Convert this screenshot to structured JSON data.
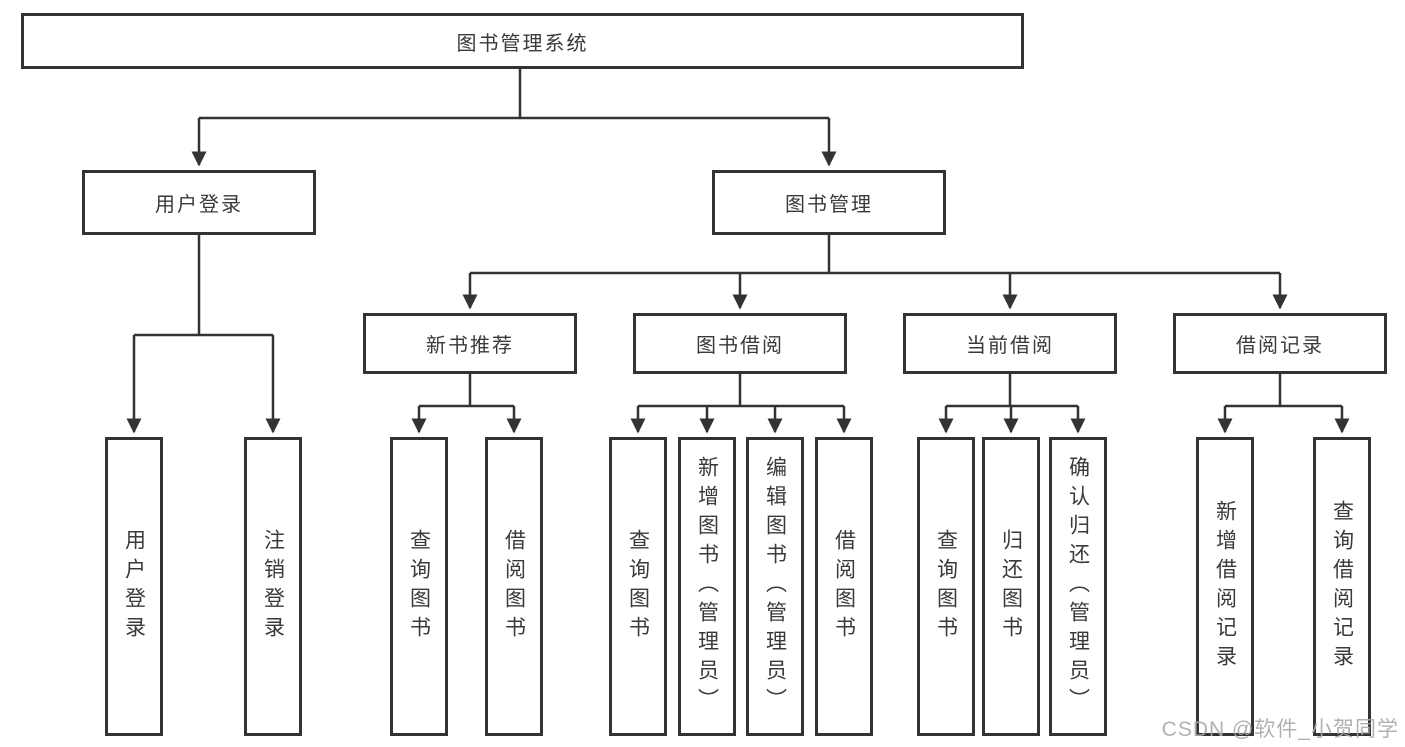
{
  "diagram_type": "tree",
  "root": {
    "label": "图书管理系统"
  },
  "branches": [
    {
      "label": "用户登录",
      "children": [
        {
          "label": "用户登录"
        },
        {
          "label": "注销登录"
        }
      ]
    },
    {
      "label": "图书管理",
      "children": [
        {
          "label": "新书推荐",
          "children": [
            {
              "label": "查询图书"
            },
            {
              "label": "借阅图书"
            }
          ]
        },
        {
          "label": "图书借阅",
          "children": [
            {
              "label": "查询图书"
            },
            {
              "label": "新增图书（管理员）"
            },
            {
              "label": "编辑图书（管理员）"
            },
            {
              "label": "借阅图书"
            }
          ]
        },
        {
          "label": "当前借阅",
          "children": [
            {
              "label": "查询图书"
            },
            {
              "label": "归还图书"
            },
            {
              "label": "确认归还（管理员）"
            }
          ]
        },
        {
          "label": "借阅记录",
          "children": [
            {
              "label": "新增借阅记录"
            },
            {
              "label": "查询借阅记录"
            }
          ]
        }
      ]
    }
  ],
  "watermark": "CSDN @软件_小贺同学",
  "colors": {
    "line": "#333333",
    "box_border": "#333333",
    "box_fill": "#ffffff",
    "text": "#3a3a3a",
    "watermark": "#a8a8a8",
    "background": "#ffffff"
  }
}
